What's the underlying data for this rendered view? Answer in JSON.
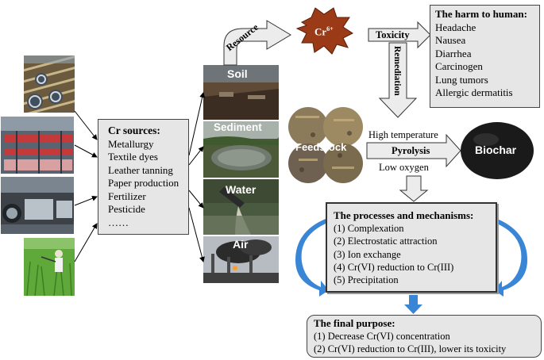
{
  "cr_sources": {
    "title": "Cr sources:",
    "items": [
      "Metallurgy",
      "Textile dyes",
      "Leather tanning",
      "Paper production",
      "Fertilizer",
      "Pesticide",
      "……"
    ]
  },
  "media": {
    "soil": "Soil",
    "sediment": "Sediment",
    "water": "Water",
    "air": "Air"
  },
  "flow": {
    "resource": "Resource",
    "cr6": "Cr",
    "cr6_sup": "6+",
    "toxicity": "Toxicity",
    "remediation": "Remediation"
  },
  "harm": {
    "title": "The harm to human:",
    "items": [
      "Headache",
      "Nausea",
      "Diarrhea",
      "Carcinogen",
      "Lung tumors",
      "Allergic dermatitis"
    ]
  },
  "pyrolysis": {
    "feedstock": "Feedstock",
    "condition_top": "High temperature",
    "label": "Pyrolysis",
    "condition_bottom": "Low oxygen",
    "biochar": "Biochar"
  },
  "mechanisms": {
    "title": "The processes and mechanisms:",
    "items": [
      "(1) Complexation",
      "(2) Electrostatic attraction",
      "(3) Ion exchange",
      "(4) Cr(VI) reduction to Cr(III)",
      "(5) Precipitation"
    ]
  },
  "purpose": {
    "title": "The final purpose:",
    "items": [
      "(1) Decrease Cr(VI) concentration",
      "(2) Cr(VI) reduction to Cr(III), lower its toxicity"
    ]
  },
  "colors": {
    "box_fill": "#e6e6e6",
    "arrow_fill": "#ececec",
    "curved_arrow": "#3a86d6",
    "cr_star": "#9a3a16",
    "biochar": "#1a1a1a"
  },
  "icons": {
    "metallurgy_photo": "metal-pipes-photo",
    "textile_photo": "textile-factory-photo",
    "tannery_photo": "tannery-photo",
    "pesticide_photo": "crop-spraying-photo"
  }
}
